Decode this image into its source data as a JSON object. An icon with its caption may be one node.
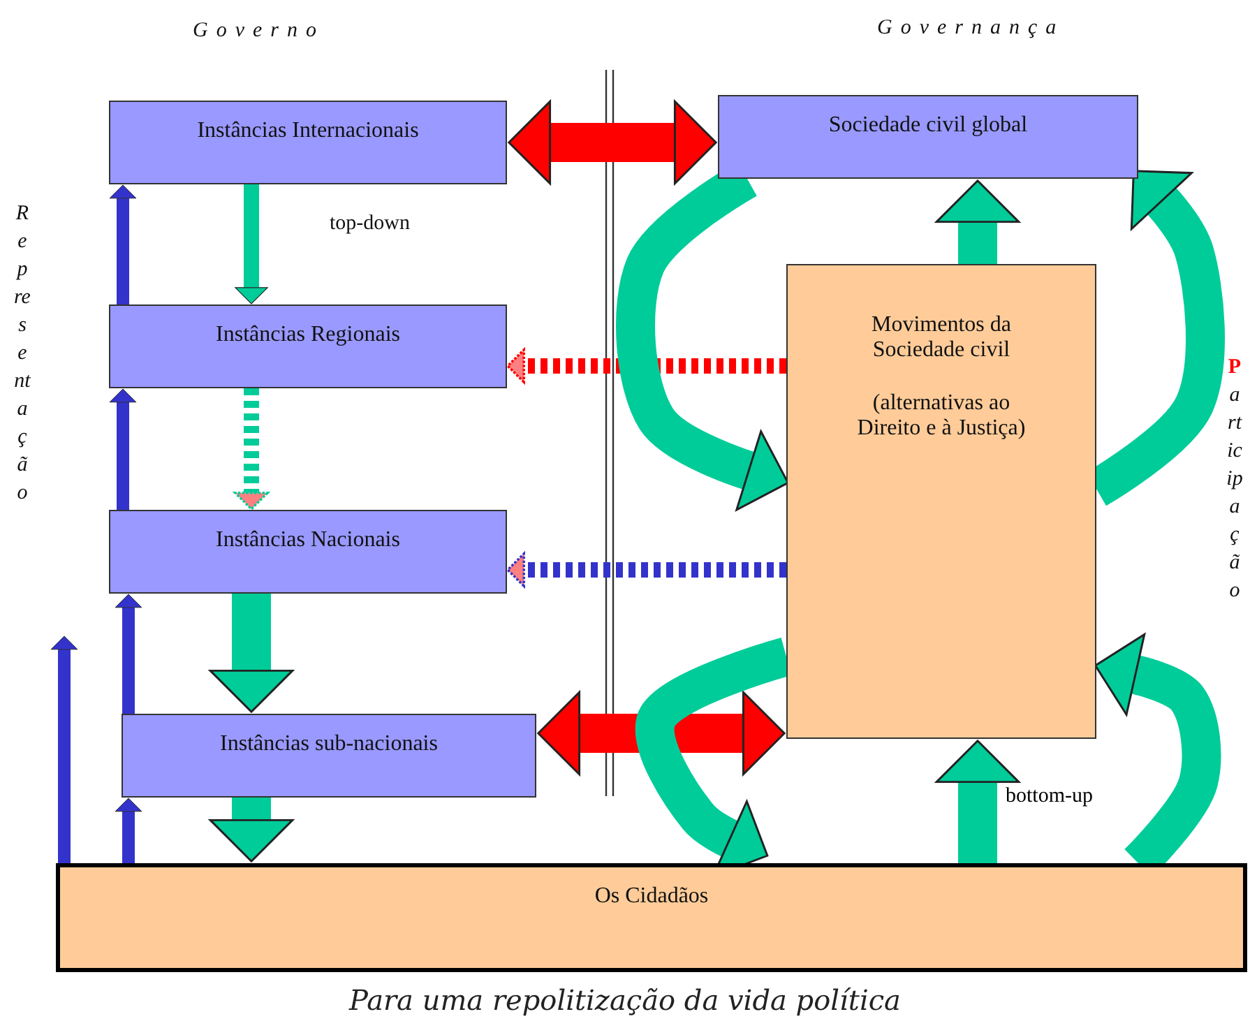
{
  "diagram": {
    "caption": "Para uma repolitização da vida política",
    "nodes": [
      {
        "text": [
          "Instâncias Internacionais"
        ]
      },
      {
        "text": [
          "Instâncias Regionais"
        ]
      },
      {
        "text": [
          "Instâncias Nacionais"
        ]
      },
      {
        "text": [
          "Instâncias sub-nacionais"
        ]
      },
      {
        "text": [
          "Sociedade civil global"
        ]
      },
      {
        "text": [
          "Movimentos da Sociedade civil",
          "(alternativas ao Direito e à Justiça)"
        ]
      },
      {
        "text": [
          "Os Cidadãos"
        ]
      }
    ],
    "edges": [
      {
        "from": 0,
        "to": 1,
        "arrow": "to"
      },
      {
        "from": 1,
        "to": 2,
        "arrow": "to",
        "style": "dashed"
      },
      {
        "from": 2,
        "to": 3,
        "arrow": "to"
      },
      {
        "from": 3,
        "to": 6,
        "arrow": "to"
      },
      {
        "from": 1,
        "to": 0,
        "arrow": "to",
        "color": "#3333cc"
      },
      {
        "from": 2,
        "to": 1,
        "arrow": "to",
        "color": "#3333cc"
      },
      {
        "from": 3,
        "to": 2,
        "arrow": "to",
        "color": "#3333cc"
      },
      {
        "from": 6,
        "to": 3,
        "arrow": "to",
        "color": "#3333cc"
      },
      {
        "from": 6,
        "to": null,
        "arrow": "to",
        "color": "#3333cc"
      },
      {
        "from": 0,
        "to": 4,
        "arrow": "both",
        "color": "#ff0000"
      },
      {
        "from": 5,
        "to": 1,
        "arrow": "to",
        "style": "dashed",
        "color": "#ff0000"
      },
      {
        "from": 5,
        "to": 2,
        "arrow": "to",
        "style": "dashed",
        "color": "#3333cc"
      },
      {
        "from": 3,
        "to": 5,
        "arrow": "both",
        "color": "#ff0000"
      },
      {
        "from": 5,
        "to": 4,
        "arrow": "to"
      },
      {
        "from": 6,
        "to": 5,
        "arrow": "to",
        "label": "bottom-up"
      },
      {
        "from": 4,
        "to": 5,
        "arrow": "to"
      },
      {
        "from": 5,
        "to": 6,
        "arrow": "to"
      },
      {
        "from": 6,
        "to": 5,
        "arrow": "to"
      },
      {
        "from": 5,
        "to": 4,
        "arrow": "to"
      }
    ],
    "labels": [
      "Governo",
      "Governança",
      "top-down",
      "Representação",
      "**P**articipação"
    ]
  }
}
